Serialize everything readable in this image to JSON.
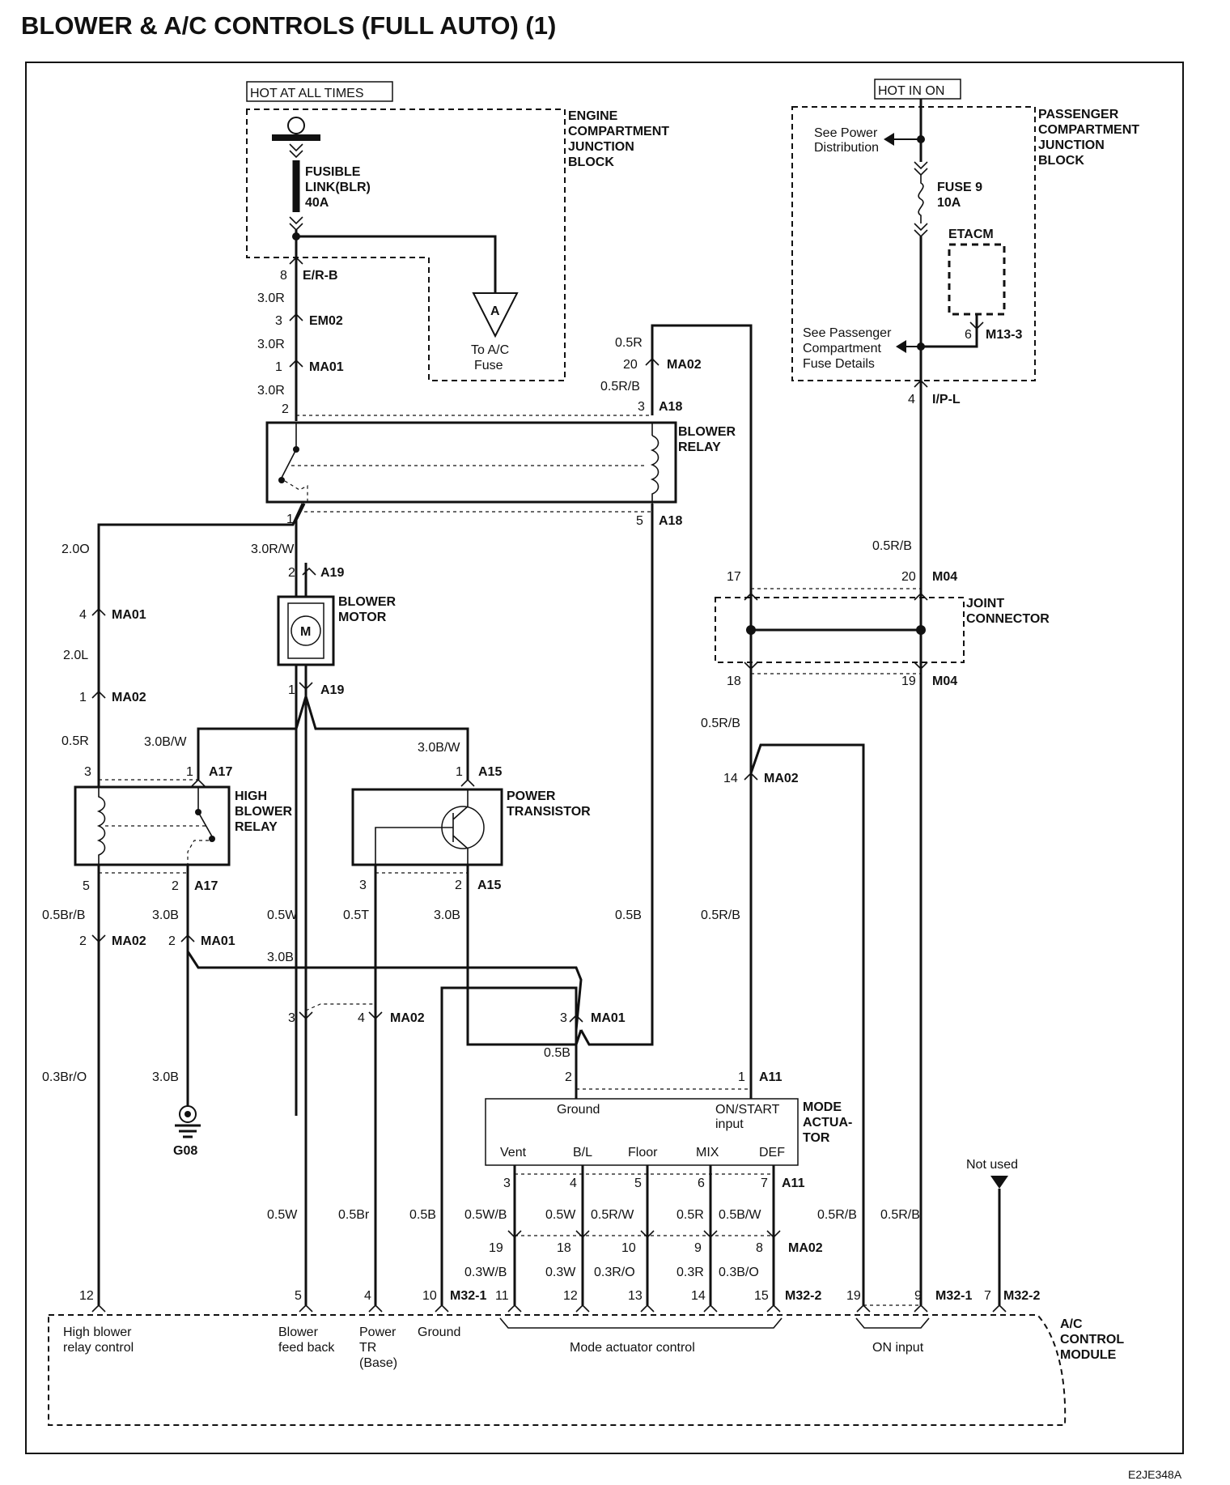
{
  "title": "BLOWER & A/C CONTROLS (FULL AUTO) (1)",
  "doc_code": "E2JE348A",
  "labels": {
    "hot_at_all_times": "HOT AT ALL TIMES",
    "hot_in_on": "HOT IN ON",
    "engine_jb": [
      "ENGINE",
      "COMPARTMENT",
      "JUNCTION",
      "BLOCK"
    ],
    "passenger_jb": [
      "PASSENGER",
      "COMPARTMENT",
      "JUNCTION",
      "BLOCK"
    ],
    "fusible_link": [
      "FUSIBLE",
      "LINK(BLR)",
      "40A"
    ],
    "fuse9": [
      "FUSE 9",
      "10A"
    ],
    "etacm": "ETACM",
    "see_power": [
      "See Power",
      "Distribution"
    ],
    "see_passenger": [
      "See Passenger",
      "Compartment",
      "Fuse Details"
    ],
    "to_ac_fuse": [
      "To A/C",
      "Fuse"
    ],
    "connector_a": "A",
    "blower_relay": [
      "BLOWER",
      "RELAY"
    ],
    "blower_motor": [
      "BLOWER",
      "MOTOR"
    ],
    "motor_m": "M",
    "high_blower_relay": [
      "HIGH",
      "BLOWER",
      "RELAY"
    ],
    "power_transistor": [
      "POWER",
      "TRANSISTOR"
    ],
    "joint_connector": [
      "JOINT",
      "CONNECTOR"
    ],
    "mode_actuator": [
      "MODE",
      "ACTUA-",
      "TOR"
    ],
    "mode_ground": "Ground",
    "mode_on_start": [
      "ON/START",
      "input"
    ],
    "mode_pins": [
      "Vent",
      "B/L",
      "Floor",
      "MIX",
      "DEF"
    ],
    "ground_g08": "G08",
    "not_used": "Not used",
    "ac_module": [
      "A/C",
      "CONTROL",
      "MODULE"
    ],
    "mod_high_blower": [
      "High blower",
      "relay control"
    ],
    "mod_blower_fb": [
      "Blower",
      "feed back"
    ],
    "mod_power_tr": [
      "Power",
      "TR",
      "(Base)"
    ],
    "mod_ground": "Ground",
    "mod_mode_ctrl": "Mode actuator control",
    "mod_on_input": "ON input"
  },
  "connectors": {
    "er_b": "E/R-B",
    "em02": "EM02",
    "ma01": "MA01",
    "ma02": "MA02",
    "a18": "A18",
    "a19": "A19",
    "a17": "A17",
    "a15": "A15",
    "a11": "A11",
    "m04": "M04",
    "m13_3": "M13-3",
    "ip_l": "I/P-L",
    "m32_1": "M32-1",
    "m32_2": "M32-2"
  },
  "wires": {
    "r30": "3.0R",
    "r05": "0.5R",
    "rb05": "0.5R/B",
    "rw30": "3.0R/W",
    "o20": "2.0O",
    "l20": "2.0L",
    "bw30": "3.0B/W",
    "brb05": "0.5Br/B",
    "b30": "3.0B",
    "w05": "0.5W",
    "t05": "0.5T",
    "b05": "0.5B",
    "bro03": "0.3Br/O",
    "br05": "0.5Br",
    "wb05": "0.5W/B",
    "rw05": "0.5R/W",
    "bw05": "0.5B/W",
    "wb03": "0.3W/B",
    "w03": "0.3W",
    "ro03": "0.3R/O",
    "r03": "0.3R",
    "bo03": "0.3B/O"
  },
  "pins": {
    "p1": "1",
    "p2": "2",
    "p3": "3",
    "p4": "4",
    "p5": "5",
    "p6": "6",
    "p7": "7",
    "p8": "8",
    "p9": "9",
    "p10": "10",
    "p11": "11",
    "p12": "12",
    "p13": "13",
    "p14": "14",
    "p15": "15",
    "p17": "17",
    "p18": "18",
    "p19": "19",
    "p20": "20"
  }
}
